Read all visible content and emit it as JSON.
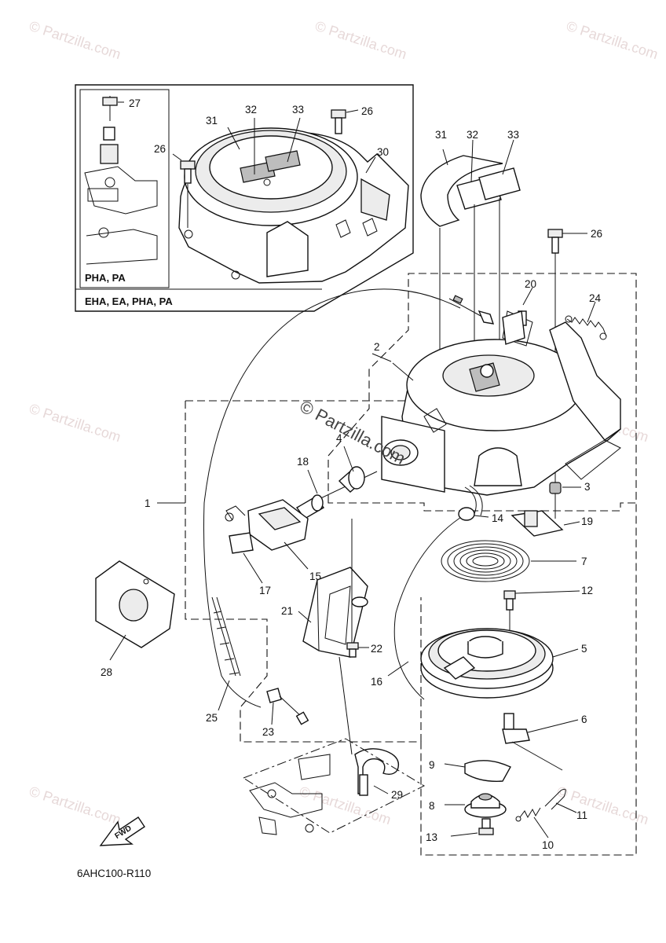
{
  "watermark": {
    "corner_text": "© Partzilla.com",
    "center_text": "© Partzilla.com"
  },
  "inset": {
    "label_inner": "PHA, PA",
    "label_outer": "EHA, EA, PHA, PA",
    "callouts": [
      "27",
      "26",
      "26",
      "31",
      "32",
      "33",
      "30"
    ]
  },
  "callouts": {
    "c1": "1",
    "c2": "2",
    "c3": "3",
    "c4": "4",
    "c5": "5",
    "c6": "6",
    "c7": "7",
    "c8": "8",
    "c9": "9",
    "c10": "10",
    "c11": "11",
    "c12": "12",
    "c13": "13",
    "c14": "14",
    "c15": "15",
    "c16": "16",
    "c17": "17",
    "c18": "18",
    "c19": "19",
    "c20": "20",
    "c21": "21",
    "c22": "22",
    "c23": "23",
    "c24": "24",
    "c25": "25",
    "c26": "26",
    "c28": "28",
    "c29": "29",
    "c31": "31",
    "c32": "32",
    "c33": "33"
  },
  "fwd_label": "FWD",
  "diagram_code": "6AHC100-R110"
}
